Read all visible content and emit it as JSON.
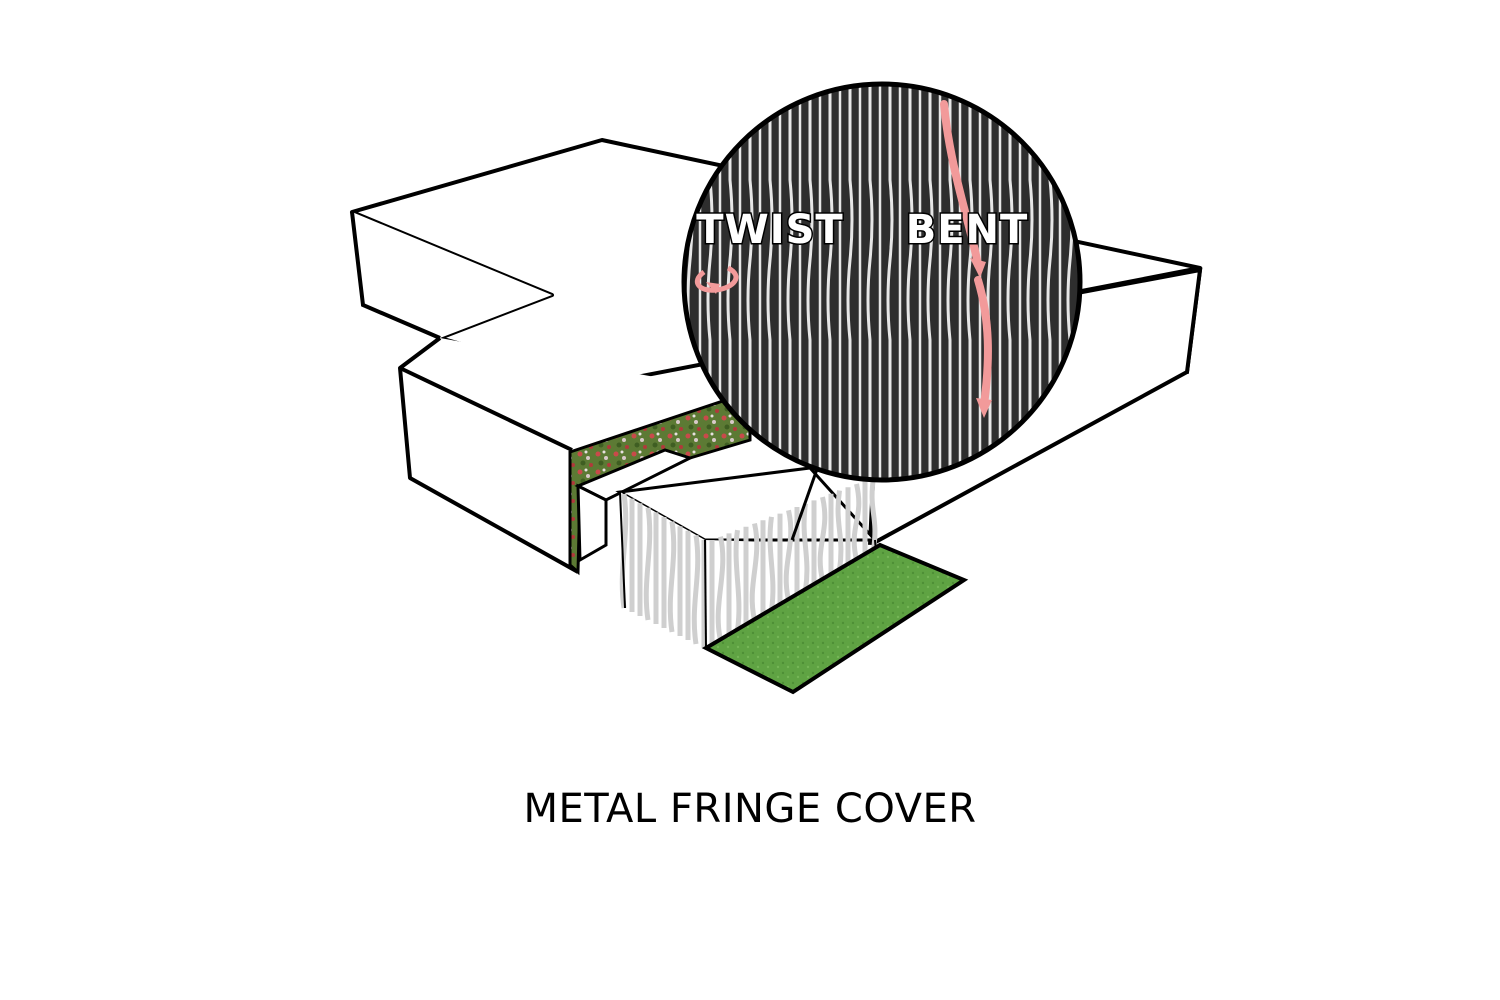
{
  "caption": "METAL FRINGE COVER",
  "callout": {
    "twist_label": "TWIST",
    "bent_label": "BENT"
  },
  "colors": {
    "outline": "#000000",
    "building_fill": "#ffffff",
    "fringe_dark": "#3a3a3a",
    "fringe_rod": "#dcdcdc",
    "lawn": "#5fa343",
    "arrow": "#f29a9a",
    "garden": "#6e8a3c"
  },
  "icons": [
    "twist-arrow-icon",
    "bent-arrow-icon"
  ]
}
